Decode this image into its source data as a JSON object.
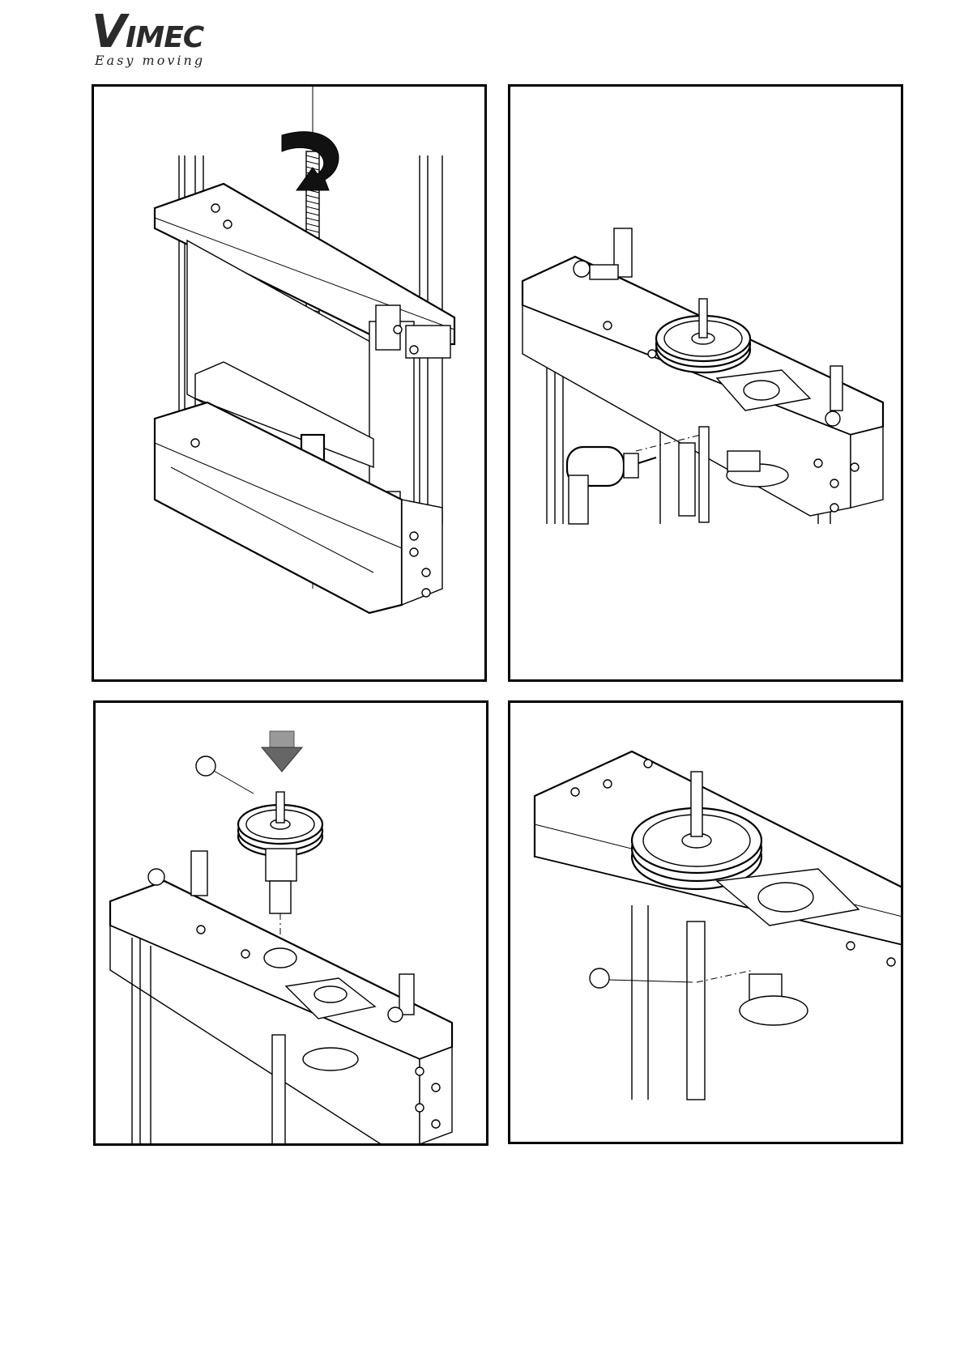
{
  "brand": {
    "name": "VIMEC",
    "tagline": "Easy moving"
  },
  "figures": [
    {
      "id": "step-1",
      "callouts": []
    },
    {
      "id": "step-2",
      "callouts": []
    },
    {
      "id": "step-3",
      "callouts": [
        ""
      ]
    },
    {
      "id": "step-4",
      "callouts": [
        ""
      ]
    }
  ],
  "icons": [
    "rotation-arrow-icon",
    "drill-icon",
    "down-arrow-icon"
  ]
}
